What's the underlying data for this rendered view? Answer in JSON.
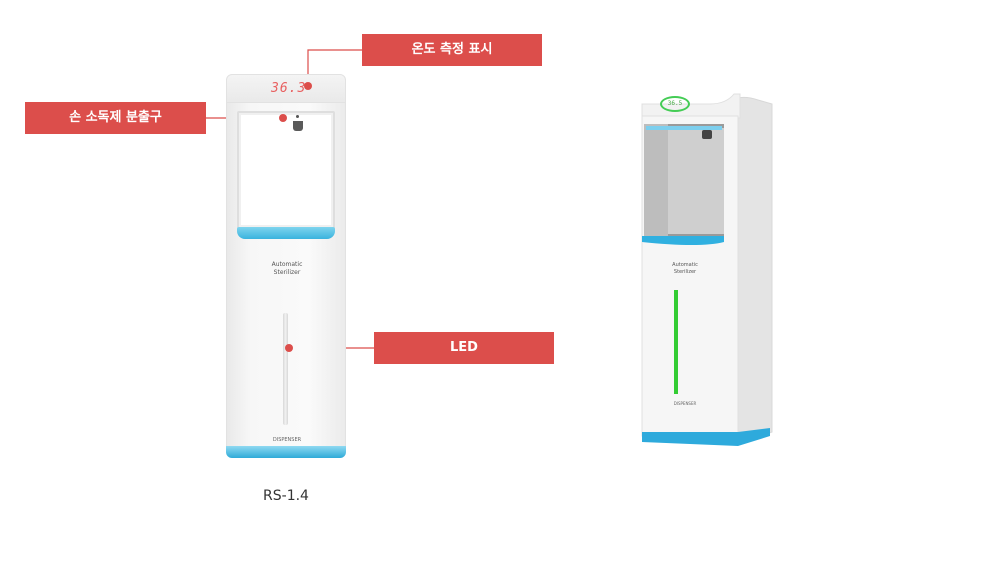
{
  "callouts": {
    "temperature_display": "온도 측정 표시",
    "hand_sanitizer_outlet": "손 소독제 분출구",
    "led": "LED"
  },
  "device": {
    "temperature_reading": "36.3",
    "angled_temperature_reading": "36.5",
    "brand_line_1": "Automatic",
    "brand_line_2": "Sterilizer",
    "dispenser_label": "DISPENSER",
    "model_name": "RS-1.4"
  },
  "colors": {
    "callout_red": "#dc4e4b",
    "accent_blue": "#3ab3de",
    "led_green": "#44cc55"
  },
  "icons": [
    "temperature-display-icon",
    "sanitizer-nozzle-icon",
    "led-strip-icon"
  ]
}
